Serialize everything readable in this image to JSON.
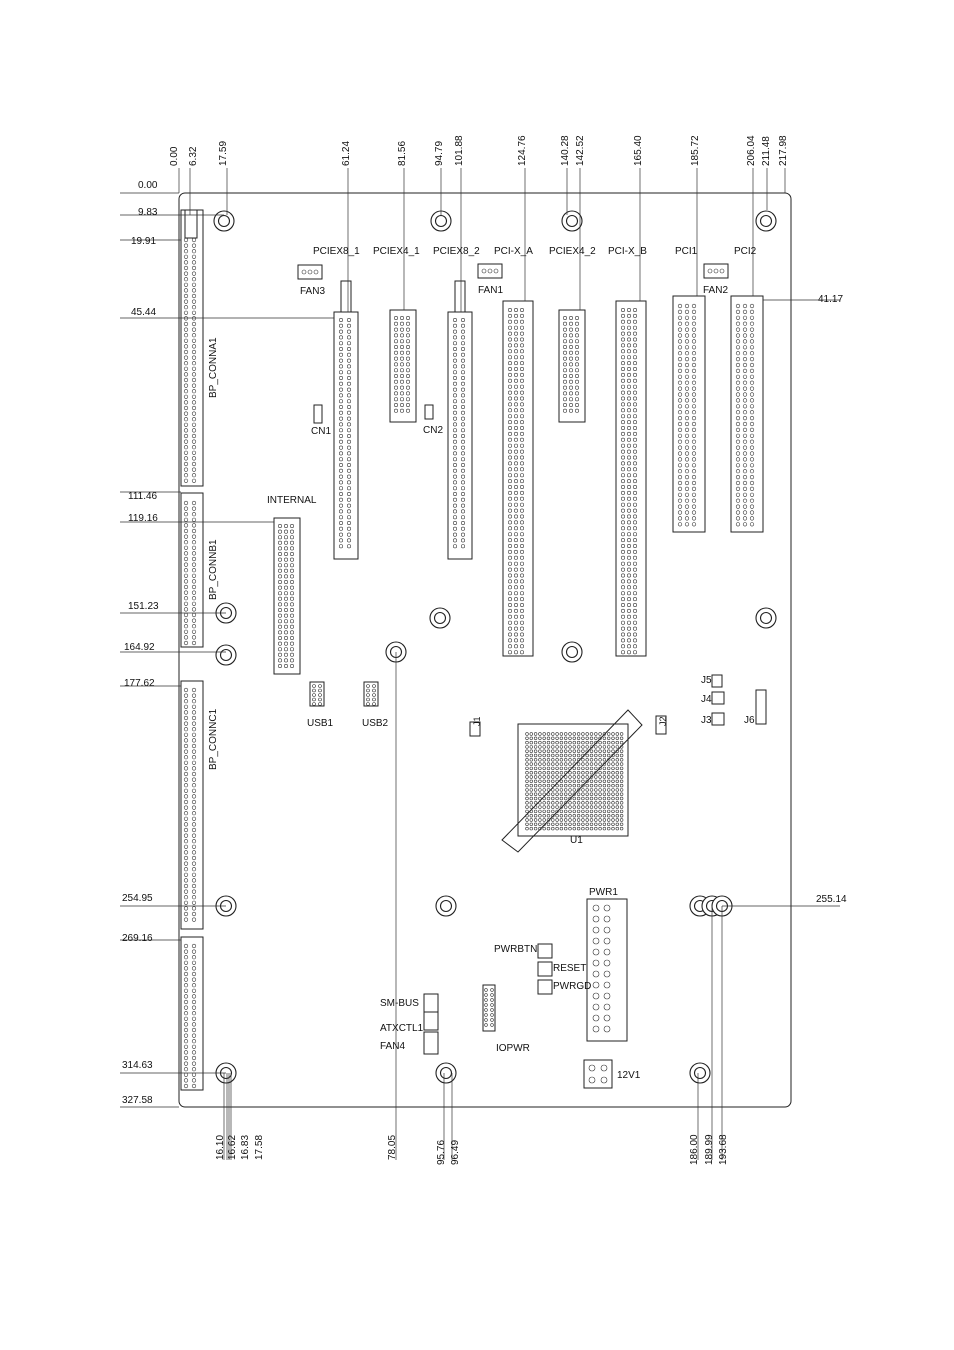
{
  "top_dimensions": [
    "0.00",
    "6.32",
    "17.59",
    "61.24",
    "81.56",
    "94.79",
    "101.88",
    "124.76",
    "140.28",
    "142.52",
    "165.40",
    "185.72",
    "206.04",
    "211.48",
    "217.98"
  ],
  "left_dimensions": [
    "0.00",
    "9.83",
    "19.91",
    "45.44",
    "111.46",
    "119.16",
    "151.23",
    "164.92",
    "177.62",
    "254.95",
    "269.16",
    "314.63",
    "327.58"
  ],
  "right_dimensions": [
    "41.17",
    "255.14"
  ],
  "bottom_dimensions": [
    "16.10",
    "16.62",
    "16.83",
    "17.58",
    "78.05",
    "95.76",
    "96.49",
    "186.00",
    "189.99",
    "193.68"
  ],
  "connectors": {
    "pciex8_1": "PCIEX8_1",
    "pciex4_1": "PCIEX4_1",
    "pciex8_2": "PCIEX8_2",
    "pcix_a": "PCI-X_A",
    "pciex4_2": "PCIEX4_2",
    "pcix_b": "PCI-X_B",
    "pci1": "PCI1",
    "pci2": "PCI2",
    "fan1": "FAN1",
    "fan2": "FAN2",
    "fan3": "FAN3",
    "fan4": "FAN4",
    "cn1": "CN1",
    "cn2": "CN2",
    "internal": "INTERNAL",
    "usb1": "USB1",
    "usb2": "USB2",
    "bp_conna1": "BP_CONNA1",
    "bp_connb1": "BP_CONNB1",
    "bp_connc1": "BP_CONNC1",
    "j1": "J1",
    "j2": "J2",
    "j3": "J3",
    "j4": "J4",
    "j5": "J5",
    "j6": "J6",
    "u1": "U1",
    "pwr1": "PWR1",
    "pwrbtn": "PWRBTN",
    "reset": "RESET",
    "pwrgd": "PWRGD",
    "smbus": "SM-BUS",
    "atxctl1": "ATXCTL1",
    "iopwr": "IOPWR",
    "v12": "12V1"
  }
}
